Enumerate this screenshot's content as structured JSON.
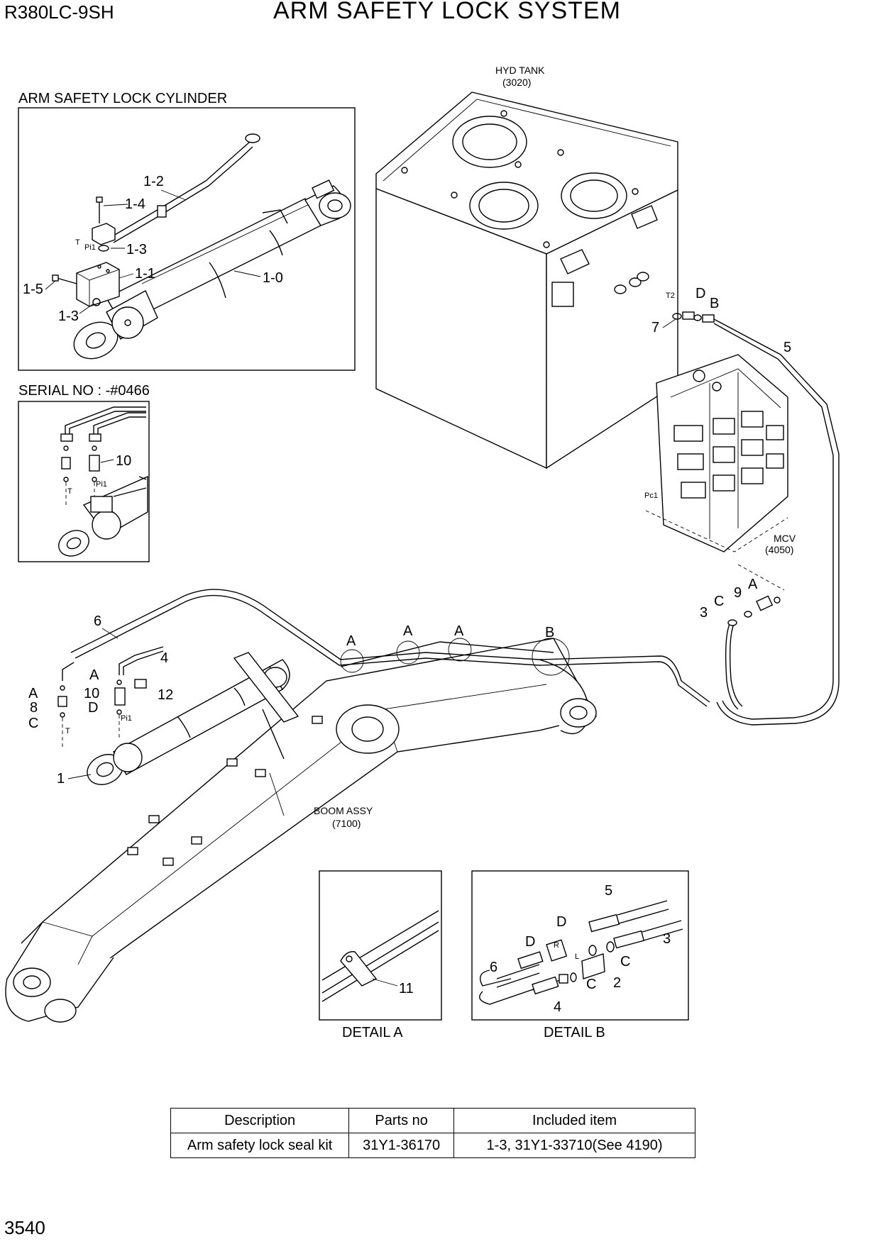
{
  "header": {
    "model": "R380LC-9SH",
    "title": "ARM SAFETY LOCK SYSTEM",
    "page_number": "3540"
  },
  "insets": {
    "cylinder_title": "ARM SAFETY LOCK CYLINDER",
    "serial_title": "SERIAL NO : -#0466"
  },
  "components": {
    "hyd_tank_name": "HYD TANK",
    "hyd_tank_ref": "(3020)",
    "mcv_name": "MCV",
    "mcv_ref": "(4050)",
    "boom_name": "BOOM ASSY",
    "boom_ref": "(7100)"
  },
  "ports": {
    "t": "T",
    "pi1": "Pi1",
    "t2": "T2",
    "pc1": "Pc1",
    "r": "R",
    "l": "L"
  },
  "callouts": {
    "c1_0": "1-0",
    "c1_1": "1-1",
    "c1_2": "1-2",
    "c1_3": "1-3",
    "c1_4": "1-4",
    "c1_5": "1-5",
    "c1": "1",
    "c2": "2",
    "c3": "3",
    "c4": "4",
    "c5": "5",
    "c6": "6",
    "c7": "7",
    "c8": "8",
    "c9": "9",
    "c10": "10",
    "c11": "11",
    "c12": "12",
    "a": "A",
    "b": "B",
    "c": "C",
    "d": "D"
  },
  "details": {
    "detail_a": "DETAIL  A",
    "detail_b": "DETAIL  B"
  },
  "parts_table": {
    "headers": [
      "Description",
      "Parts no",
      "Included item"
    ],
    "rows": [
      [
        "Arm safety lock seal kit",
        "31Y1-36170",
        "1-3, 31Y1-33710(See 4190)"
      ]
    ]
  }
}
